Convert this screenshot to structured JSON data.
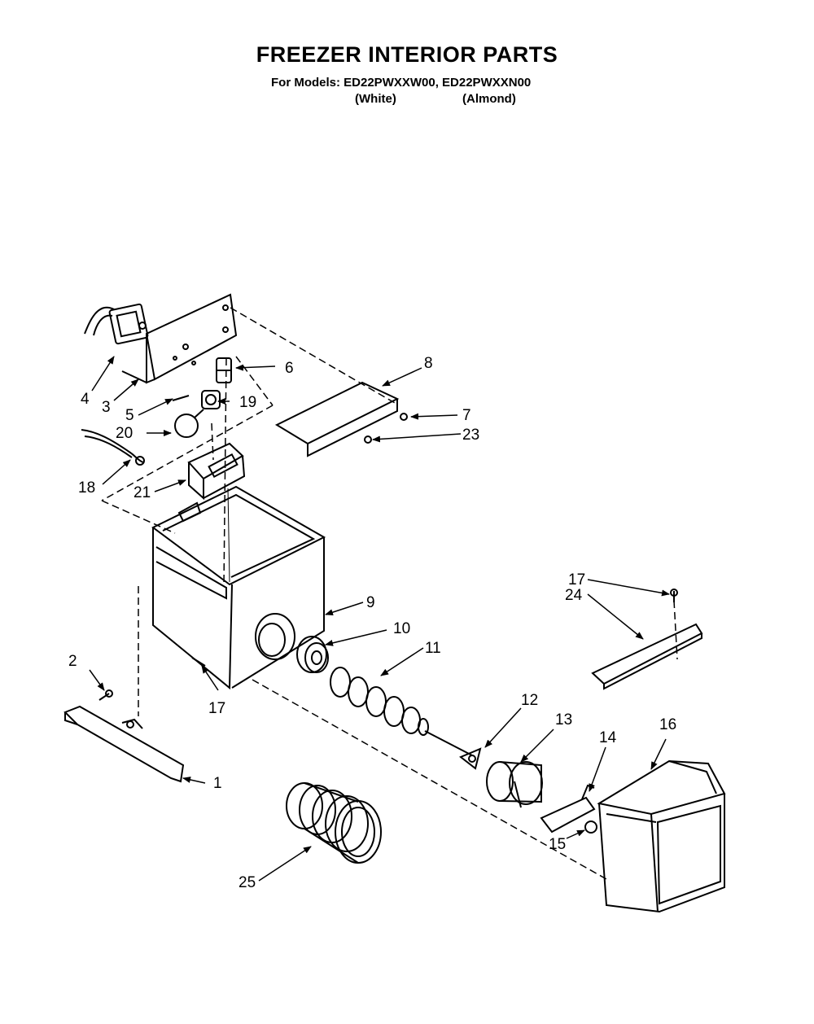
{
  "header": {
    "title": "FREEZER INTERIOR PARTS",
    "models_line": "For Models: ED22PWXXW00, ED22PWXXN00",
    "color_white": "(White)",
    "color_almond": "(Almond)"
  },
  "callouts": [
    "1",
    "2",
    "3",
    "4",
    "5",
    "6",
    "7",
    "8",
    "9",
    "10",
    "11",
    "12",
    "13",
    "14",
    "15",
    "16",
    "17",
    "17",
    "18",
    "19",
    "20",
    "21",
    "23",
    "24",
    "25"
  ],
  "callout_labels": {
    "c1": "1",
    "c2": "2",
    "c3": "3",
    "c4": "4",
    "c5": "5",
    "c6": "6",
    "c7": "7",
    "c8": "8",
    "c9": "9",
    "c10": "10",
    "c11": "11",
    "c12": "12",
    "c13": "13",
    "c14": "14",
    "c15": "15",
    "c16": "16",
    "c17a": "17",
    "c17b": "17",
    "c18": "18",
    "c19": "19",
    "c20": "20",
    "c21": "21",
    "c23": "23",
    "c24": "24",
    "c25": "25"
  }
}
